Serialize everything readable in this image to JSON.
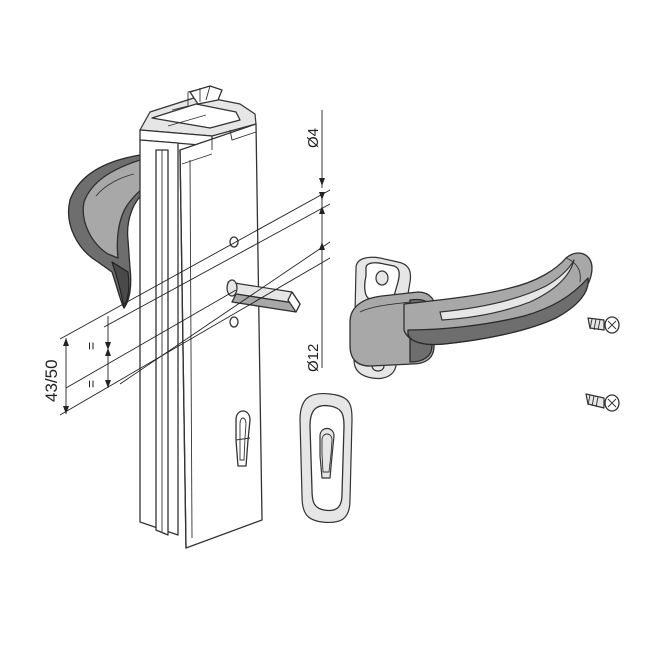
{
  "dimensions": {
    "pin_diameter": "Ø4",
    "spindle_diameter": "Ø12",
    "center_distance": "43/50",
    "equal_mark_top": "=",
    "equal_mark_bottom": "="
  },
  "colors": {
    "handle_fill": "#a8a8a8",
    "handle_shadow": "#6e6e6e",
    "profile_fill": "#ffffff",
    "line_color": "#333333"
  }
}
